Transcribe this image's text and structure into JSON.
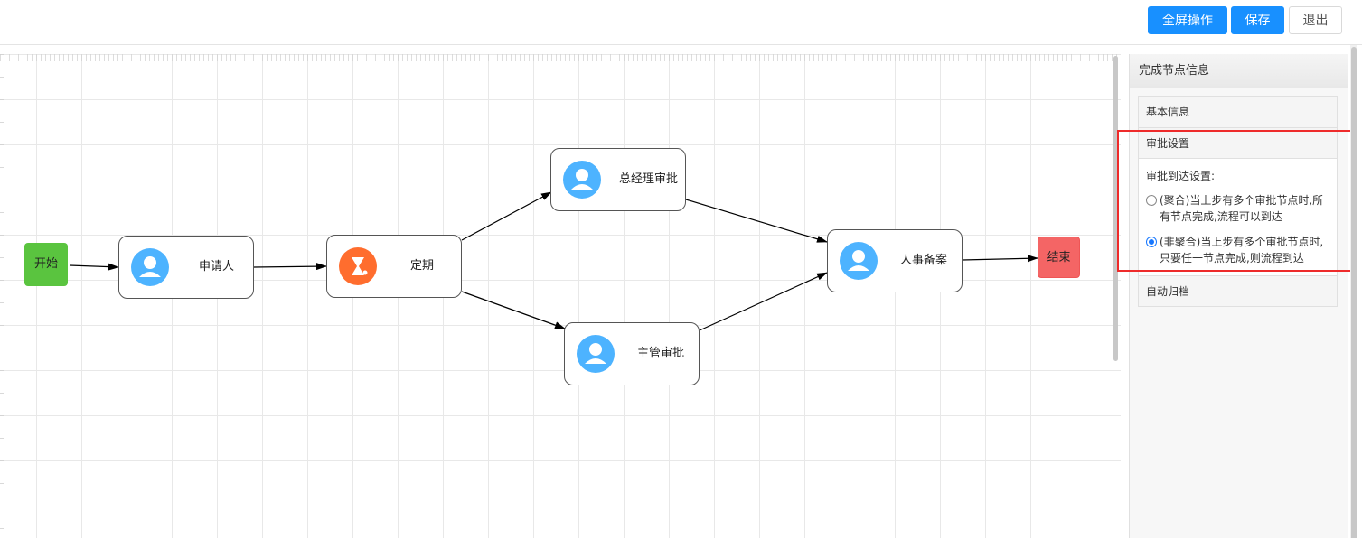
{
  "toolbar": {
    "fullscreen_label": "全屏操作",
    "save_label": "保存",
    "exit_label": "退出"
  },
  "flow": {
    "start_label": "开始",
    "end_label": "结束",
    "nodes": {
      "applicant": "申请人",
      "timer": "定期",
      "gm_approval": "总经理审批",
      "supervisor_approval": "主管审批",
      "hr_filing": "人事备案"
    }
  },
  "panel": {
    "title": "完成节点信息",
    "basic_info": "基本信息",
    "approval_settings": "审批设置",
    "arrival_label": "审批到达设置:",
    "option_aggregate": "(聚合)当上步有多个审批节点时,所有节点完成,流程可以到达",
    "option_non_aggregate": "(非聚合)当上步有多个审批节点时,只要任一节点完成,则流程到达",
    "selected_option": "non_aggregate",
    "auto_archive": "自动归档"
  },
  "colors": {
    "primary": "#1890ff",
    "start_node": "#5ac43f",
    "end_node": "#f46565",
    "user_icon": "#4db3ff",
    "timer_icon": "#ff6d2e",
    "highlight": "#ee2b2b"
  }
}
